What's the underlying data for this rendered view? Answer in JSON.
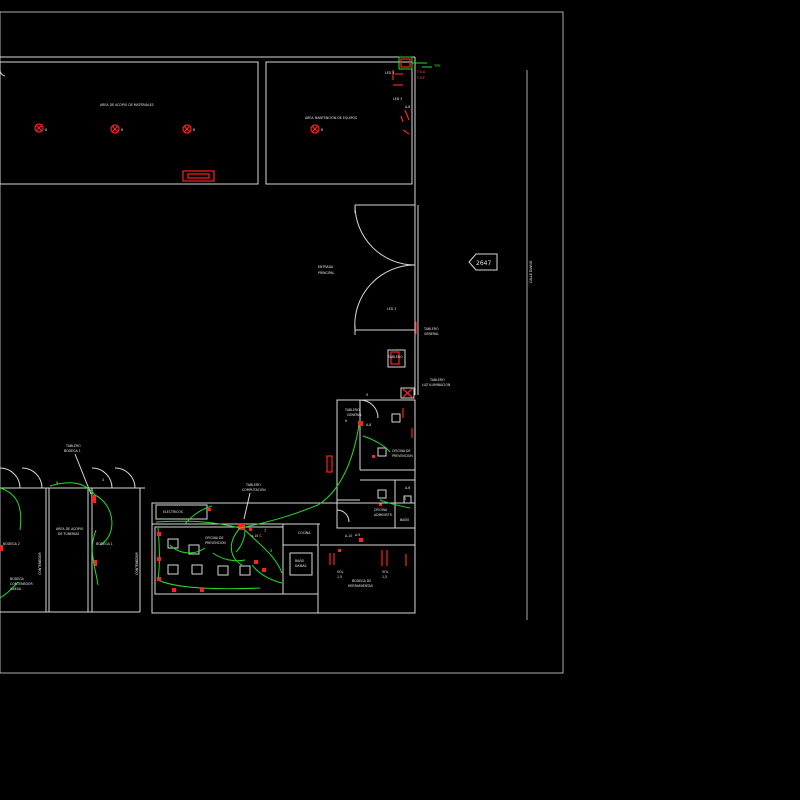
{
  "plan": {
    "street_label": "CALLE DIARIO",
    "level_marker": "2647",
    "rooms": {
      "storage_left": "AREA DE ACOPIO DE MATERIALES",
      "storage_right": "AREA MANTENCION DE EQUIPOS",
      "main_entrance_1": "ENTRADA",
      "main_entrance_2": "PRINCIPAL",
      "board_general_1": "TABLERO",
      "board_general_2": "GENERAL",
      "board_lighting_1": "TABLERO",
      "board_lighting_2": "LUZ ILUMINACION",
      "board_bodega_1": "TABLERO",
      "board_bodega_2": "BODEGA 1",
      "board_computing_1": "TABLERO",
      "board_computing_2": "COMPUTACION",
      "electrical": "ELECTRICOS",
      "office_prev_1": "OFICINA DE",
      "office_prev_2": "PREVENCION",
      "office_admin_1": "OFICINA",
      "office_admin_2": "ADMINISTR.",
      "office_prev_right_1": "OFICINA DE",
      "office_prev_right_2": "PREVENCION",
      "kitchen": "COCINA",
      "bath_staff_1": "BAÑO",
      "bath_staff_2": "DAMAS",
      "bath_right": "BAÑO",
      "tools_1": "BODEGA DE",
      "tools_2": "HERRAMIENTAS",
      "bodega_1": "BODEGA 1",
      "bodega_2": "BODEGA 2",
      "pipes_1": "AREA DE ACOPIO",
      "pipes_2": "DE TUBERIAS",
      "container_1": "CONTENEDOR",
      "container_2": "CONTENEDOR",
      "bodega_sign_1": "BODEGA",
      "bodega_sign_2": "CONTENEDOR",
      "bodega_sign_3": "ANEXA"
    },
    "marks": {
      "tpe": "TPE",
      "ts_1": "T.S.A",
      "ts_2": "T.S.F",
      "led": "LED 3",
      "led2": "LED 3",
      "circ_a8": "A-8",
      "circ_a8b": "A-8",
      "circ_a9": "A-9",
      "circ_a6": "A-6",
      "circ_a10": "A-10",
      "circ_c": "A-10 C",
      "led_door": "LED 3",
      "vol_1": "VOL",
      "vol_2": "1,5",
      "vol_3": "VOL",
      "vol_4": "1,5",
      "n3": "3",
      "n4": "4",
      "n5": "5",
      "n6": "6",
      "n7": "7",
      "n8": "8",
      "n9": "9"
    }
  }
}
